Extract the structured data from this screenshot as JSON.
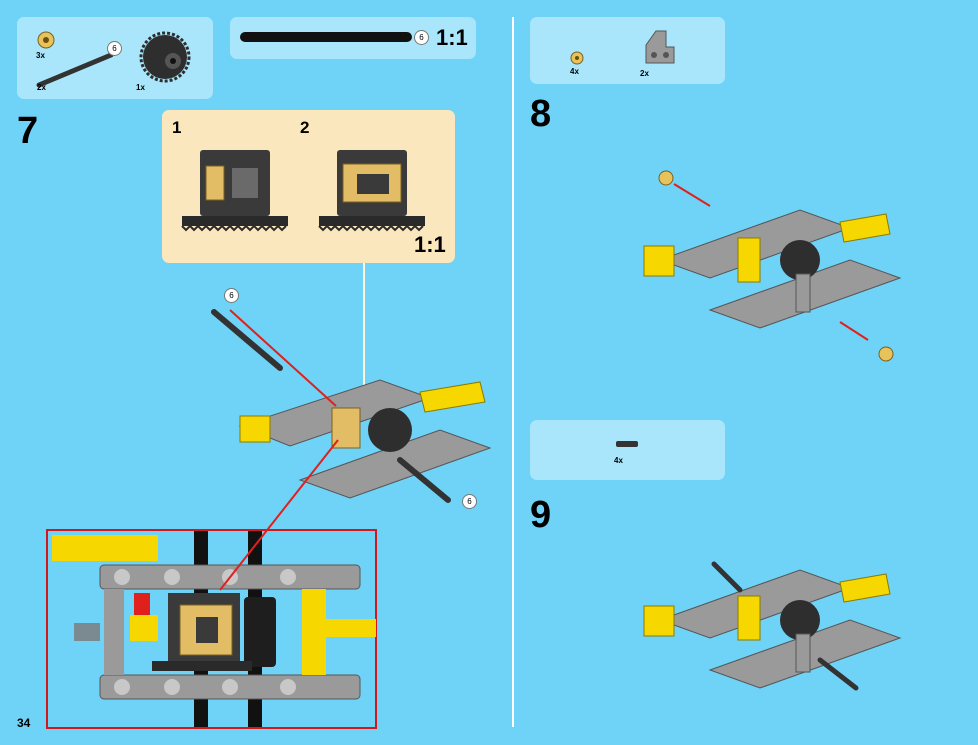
{
  "page_number": "34",
  "step7": {
    "number": "7",
    "parts": {
      "gear_qty": "3x",
      "axle_qty": "2x",
      "axle_length": "6",
      "diff_qty": "1x"
    },
    "ruler": {
      "length": "6",
      "scale": "1:1"
    },
    "callout": {
      "sub1": "1",
      "sub2": "2",
      "scale": "1:1"
    },
    "labels": {
      "axle_top": "6",
      "axle_bottom": "6"
    }
  },
  "step8": {
    "number": "8",
    "parts": {
      "bush_qty": "4x",
      "connector_qty": "2x"
    }
  },
  "step9": {
    "number": "9",
    "parts": {
      "pin_qty": "4x"
    }
  },
  "colors": {
    "background": "#6fd3f7",
    "panel": "#a9e6fb",
    "callout": "#fbe7bd",
    "arrow": "#e0201c",
    "yellow": "#f6d800",
    "grey": "#9a9a9a"
  }
}
